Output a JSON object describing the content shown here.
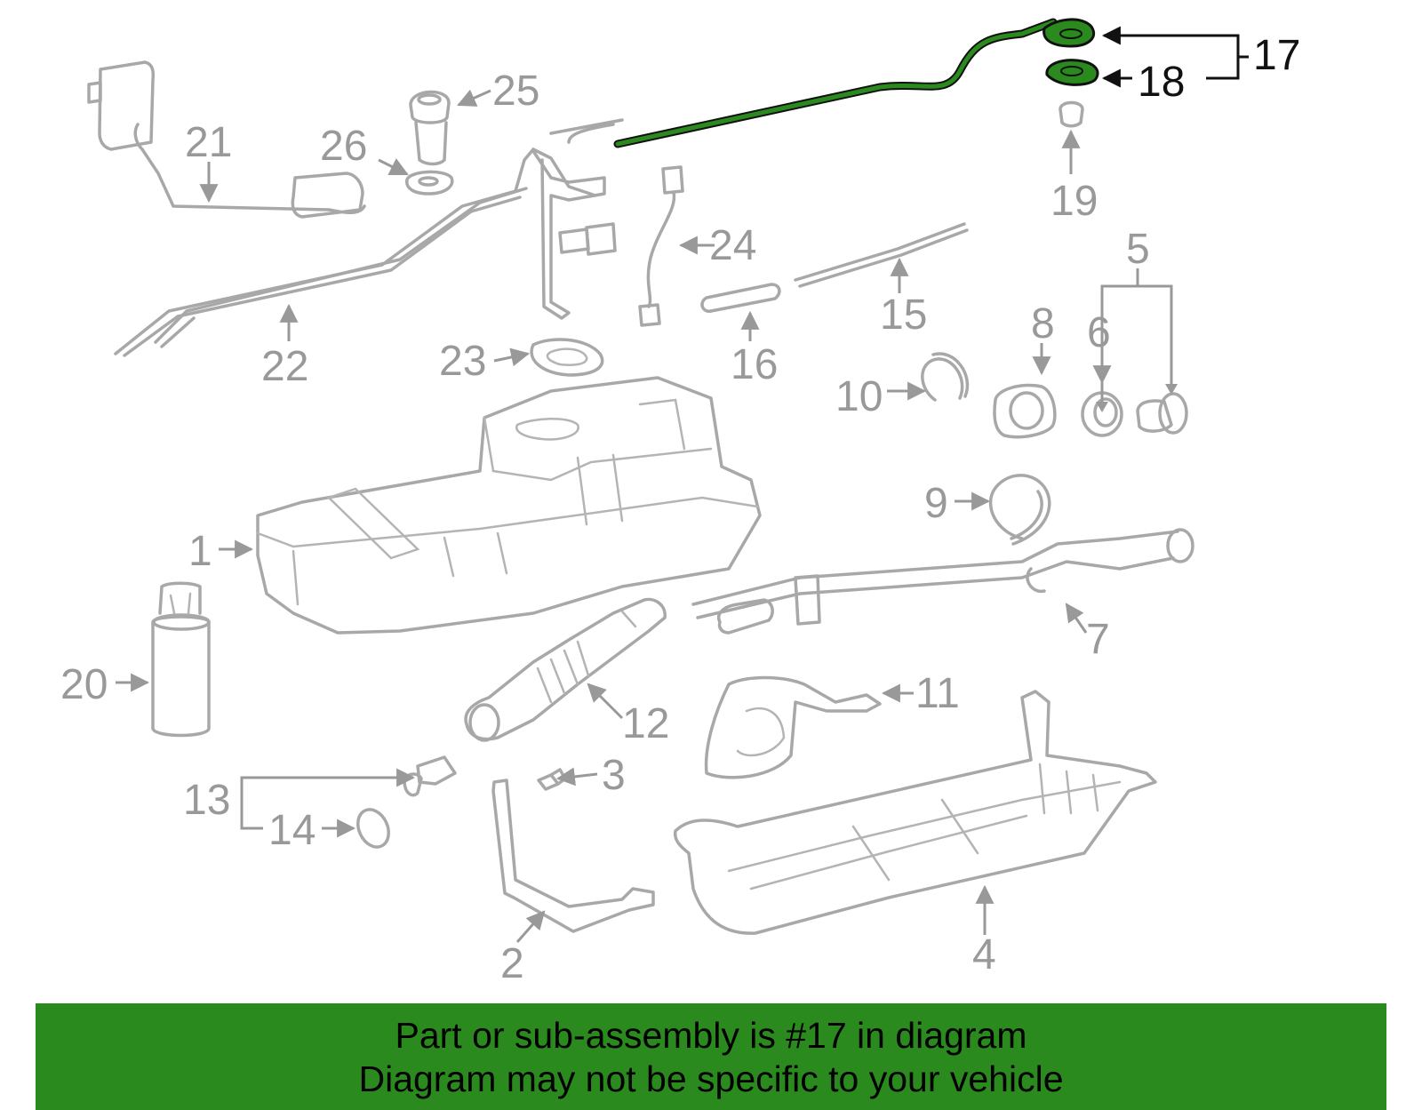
{
  "diagram": {
    "highlight_color": "#2a8a1e",
    "callouts": [
      "1",
      "2",
      "3",
      "4",
      "5",
      "6",
      "7",
      "8",
      "9",
      "10",
      "11",
      "12",
      "13",
      "14",
      "15",
      "16",
      "17",
      "18",
      "19",
      "20",
      "21",
      "22",
      "23",
      "24",
      "25",
      "26"
    ]
  },
  "banner": {
    "line1": "Part or sub-assembly is #17 in diagram",
    "line2": "Diagram may not be specific to your vehicle"
  }
}
